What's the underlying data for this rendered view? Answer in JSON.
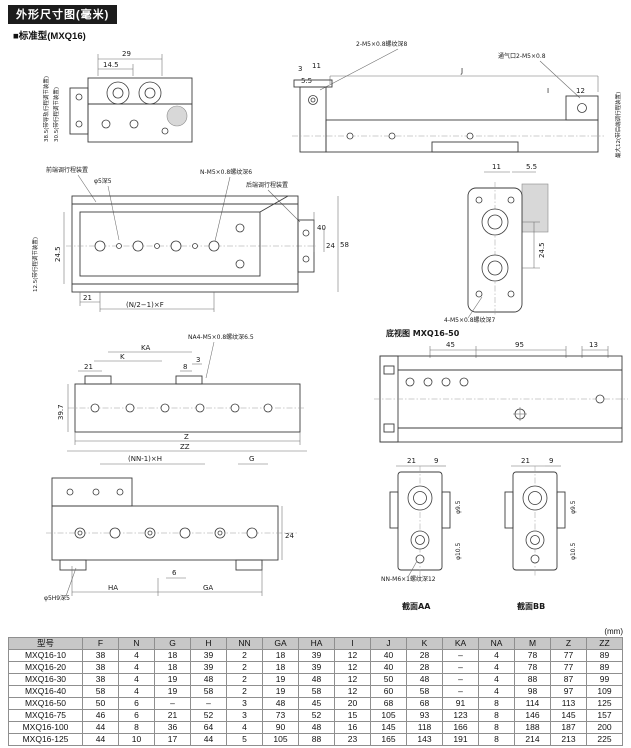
{
  "page": {
    "title": "外形尺寸图(毫米)",
    "subtitle": "■标准型(MXQ16)"
  },
  "d": {
    "p1_29": "29",
    "p1_145": "14.5",
    "p1_vert1": "38.5(带导轨行程调节装置)",
    "p1_vert2": "30.5(带行程调节装置)",
    "p2_thread": "2-M5×0.8螺纹深8",
    "p2_port": "通气口2-M5×0.8",
    "p2_3": "3",
    "p2_11": "11",
    "p2_55": "5.5",
    "p2_J": "J",
    "p2_I": "I",
    "p2_12": "12",
    "p2_max": "最大12(带后端调行程装置)",
    "p3_front": "前端调行程装置",
    "p3_pin": "φ5深5",
    "p3_thread": "N-M5×0.8螺纹深6",
    "p3_rear": "后端调行程装置",
    "p3_vert": "12.5(带行程调节装置)",
    "p3_245": "24.5",
    "p3_21": "21",
    "p3_NF": "(N/2−1)×F",
    "p3_40": "40",
    "p3_24": "24",
    "p3_58": "58",
    "p4_11": "11",
    "p4_55": "5.5",
    "p4_245": "24.5",
    "p4_thread": "4-M5×0.8螺纹深7",
    "p5_thread": "NA4-M5×0.8螺纹深6.5",
    "p5_KA": "KA",
    "p5_K": "K",
    "p5_21": "21",
    "p5_8": "8",
    "p5_3": "3",
    "p5_397": "39.7",
    "p5_Z": "Z",
    "p5_ZZ": "ZZ",
    "p6_title": "底视图 MXQ16-50",
    "p6_45": "45",
    "p6_95": "95",
    "p6_13": "13",
    "p7_NNH": "(NN-1)×H",
    "p7_G": "G",
    "p7_24": "24",
    "p7_6": "6",
    "p7_HA": "HA",
    "p7_GA": "GA",
    "p7_pin": "φ5H9深5",
    "p8_21": "21",
    "p8_9": "9",
    "p8_d1": "φ9.5",
    "p8_d2": "φ10.5",
    "p8_thread": "NN-M6×1螺纹深12",
    "p8_secA": "截面AA",
    "p8_secB": "截面BB"
  },
  "table": {
    "unit": "(mm)",
    "columns": [
      "型号",
      "F",
      "N",
      "G",
      "H",
      "NN",
      "GA",
      "HA",
      "I",
      "J",
      "K",
      "KA",
      "NA",
      "M",
      "Z",
      "ZZ"
    ],
    "rows": [
      [
        "MXQ16-10",
        "38",
        "4",
        "18",
        "39",
        "2",
        "18",
        "39",
        "12",
        "40",
        "28",
        "–",
        "4",
        "78",
        "77",
        "89"
      ],
      [
        "MXQ16-20",
        "38",
        "4",
        "18",
        "39",
        "2",
        "18",
        "39",
        "12",
        "40",
        "28",
        "–",
        "4",
        "78",
        "77",
        "89"
      ],
      [
        "MXQ16-30",
        "38",
        "4",
        "19",
        "48",
        "2",
        "19",
        "48",
        "12",
        "50",
        "48",
        "–",
        "4",
        "88",
        "87",
        "99"
      ],
      [
        "MXQ16-40",
        "58",
        "4",
        "19",
        "58",
        "2",
        "19",
        "58",
        "12",
        "60",
        "58",
        "–",
        "4",
        "98",
        "97",
        "109"
      ],
      [
        "MXQ16-50",
        "50",
        "6",
        "–",
        "–",
        "3",
        "48",
        "45",
        "20",
        "68",
        "68",
        "91",
        "8",
        "114",
        "113",
        "125"
      ],
      [
        "MXQ16-75",
        "46",
        "6",
        "21",
        "52",
        "3",
        "73",
        "52",
        "15",
        "105",
        "93",
        "123",
        "8",
        "146",
        "145",
        "157"
      ],
      [
        "MXQ16-100",
        "44",
        "8",
        "36",
        "64",
        "4",
        "90",
        "48",
        "16",
        "145",
        "118",
        "166",
        "8",
        "188",
        "187",
        "200"
      ],
      [
        "MXQ16-125",
        "44",
        "10",
        "17",
        "44",
        "5",
        "105",
        "88",
        "23",
        "165",
        "143",
        "191",
        "8",
        "214",
        "213",
        "225"
      ]
    ]
  }
}
